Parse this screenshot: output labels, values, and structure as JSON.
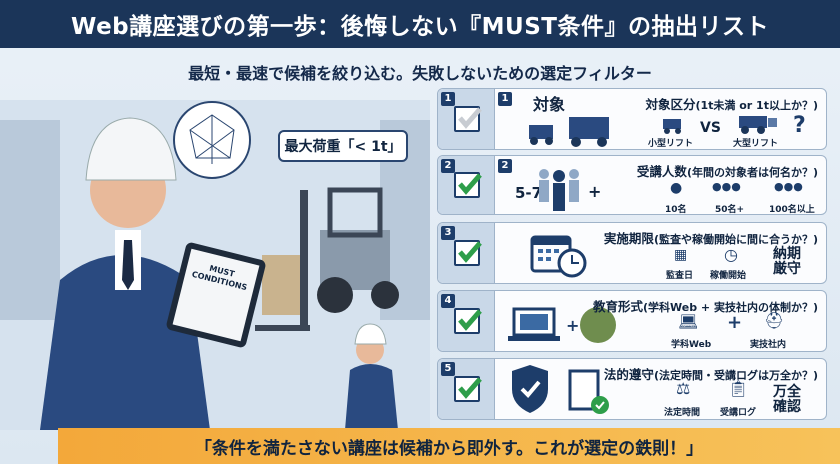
{
  "title": "Web講座選びの第一歩：後悔しない『MUST条件』の抽出リスト",
  "subtitle": "最短・最速で候補を絞り込む。失敗しないための選定フィルター",
  "illustration": {
    "bubble": "最大荷重「< 1t」",
    "tablet": "MUST CONDITIONS"
  },
  "rows": [
    {
      "num": "1",
      "num2": "1",
      "title": "対象区分",
      "question": "(1t未満 or 1t以上か？)",
      "left_label": "対象",
      "labels": [
        "小型リフト",
        "大型リフト"
      ],
      "vs": "VS",
      "q": "?",
      "checked": false
    },
    {
      "num": "2",
      "num2": "2",
      "title": "受講人数",
      "question": "(年間の対象者は何名か？)",
      "left_label": "5-7",
      "plus": "+",
      "labels": [
        "10名",
        "50名+",
        "100名以上"
      ],
      "checked": true
    },
    {
      "num": "3",
      "title": "実施期限",
      "question": "(監査や稼働開始に間に合うか？)",
      "labels": [
        "監査日",
        "稼働開始"
      ],
      "big": [
        "納期",
        "厳守"
      ],
      "checked": true
    },
    {
      "num": "4",
      "title": "教育形式",
      "question": "(学科Web + 実技社内の体制か？)",
      "plus": "+",
      "labels": [
        "学科Web",
        "実技社内"
      ],
      "checked": true
    },
    {
      "num": "5",
      "title": "法的遵守",
      "question": "(法定時間・受講ログは万全か？)",
      "labels": [
        "法定時間",
        "受講ログ"
      ],
      "big": [
        "万全",
        "確認"
      ],
      "checked": true
    }
  ],
  "banner": "「条件を満たさない講座は候補から即外す。これが選定の鉄則！」",
  "colors": {
    "navy": "#1b3559",
    "check": "#2e9e4a",
    "banner": "#f3a83a"
  }
}
